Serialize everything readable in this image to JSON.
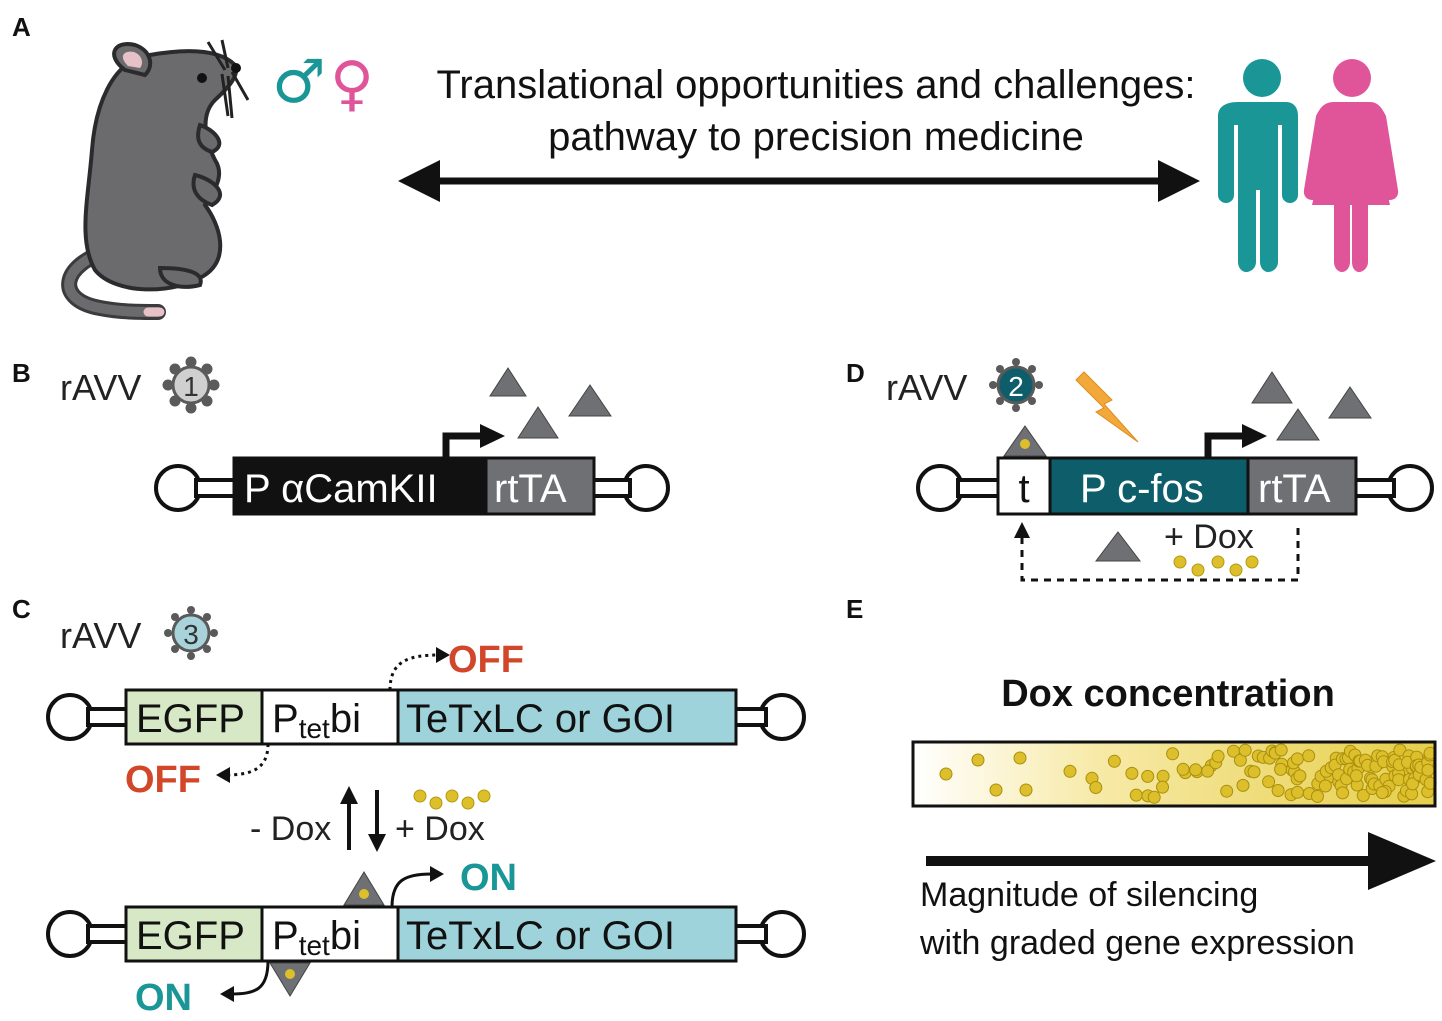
{
  "panels": {
    "a": {
      "letter": "A",
      "male_symbol": "♂",
      "female_symbol": "♀",
      "title_line1": "Translational opportunities and challenges:",
      "title_line2": "pathway to precision medicine"
    },
    "b": {
      "letter": "B",
      "vector_label": "rAVV",
      "vector_number": "1",
      "promoter": "P αCamKII",
      "gene": "rtTA"
    },
    "c": {
      "letter": "C",
      "vector_label": "rAVV",
      "vector_number": "3",
      "top": {
        "egfp": "EGFP",
        "ptet": "P",
        "ptet_sub": "tet",
        "ptet_suffix": "bi",
        "goi": "TeTxLC or GOI",
        "state_right": "OFF",
        "state_left": "OFF"
      },
      "minus_dox": "- Dox",
      "plus_dox": "+ Dox",
      "bottom": {
        "egfp": "EGFP",
        "ptet": "P",
        "ptet_sub": "tet",
        "ptet_suffix": "bi",
        "goi": "TeTxLC or GOI",
        "state_right": "ON",
        "state_left": "ON"
      }
    },
    "d": {
      "letter": "D",
      "vector_label": "rAVV",
      "vector_number": "2",
      "t_box": "t",
      "promoter": "P c-fos",
      "gene": "rtTA",
      "plus_dox": "+ Dox"
    },
    "e": {
      "letter": "E",
      "heading": "Dox concentration",
      "caption_line1": "Magnitude of silencing",
      "caption_line2": "with graded gene expression"
    }
  },
  "colors": {
    "mouse": "#6b6b6d",
    "teal": "#1a9696",
    "pink": "#e0559a",
    "dark_teal": "#0d5e6a",
    "gray_box": "#6e7074",
    "egfp_green": "#d6e8c6",
    "goi_blue": "#9fd3db",
    "dox_yellow": "#dcbf2a",
    "off_red": "#d2472a",
    "vector1": "#cfcfcf",
    "vector3": "#a8d3db"
  },
  "icons": [
    "mouse-illustration",
    "male-symbol",
    "female-symbol",
    "man-icon",
    "woman-icon",
    "double-arrow",
    "virus-icon",
    "lightning-icon",
    "triangle-icon",
    "dox-dot"
  ]
}
